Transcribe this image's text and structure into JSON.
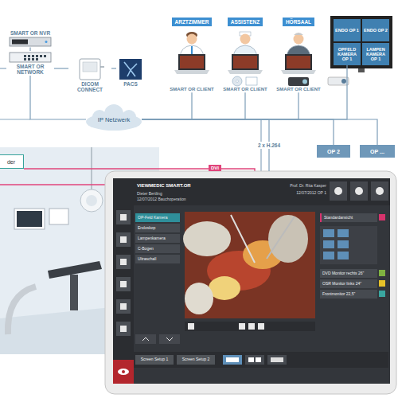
{
  "diagram": {
    "nodes": [
      {
        "text": [
          "SMART OR NVR"
        ]
      },
      {
        "text": [
          "SMART OR NETWORK"
        ]
      },
      {
        "text": [
          "DICOM CONNECT"
        ]
      },
      {
        "text": [
          "PACS"
        ]
      },
      {
        "text": [
          "ARZTZIMMER",
          "SMART OR CLIENT"
        ]
      },
      {
        "text": [
          "ASSISTENZ",
          "SMART OR CLIENT"
        ]
      },
      {
        "text": [
          "HÖRSAAL",
          "SMART OR CLIENT"
        ]
      },
      {
        "text": [
          "ENDO OP 1"
        ]
      },
      {
        "text": [
          "ENDO OP 2"
        ]
      },
      {
        "text": [
          "OPFELD KAMERA OP 1"
        ]
      },
      {
        "text": [
          "LAMPEN KAMERA OP 1"
        ]
      },
      {
        "text": [
          "IP Netzwerk"
        ]
      },
      {
        "text": [
          "der"
        ]
      },
      {
        "text": [
          "OP 2"
        ]
      },
      {
        "text": [
          "OP ..."
        ]
      },
      {
        "text": [
          "VIEWMEDIC SMART.OR",
          "Dieter Bertling",
          "12/07/2012 Bauchoperation",
          "Prof. Dr. Rita Kasper",
          "12/07/2012 OP 1"
        ]
      },
      {
        "text": [
          "OP-Feld Kamera"
        ],
        "in": 15
      },
      {
        "text": [
          "Endoskop"
        ],
        "in": 15
      },
      {
        "text": [
          "Lampenkamera"
        ],
        "in": 15
      },
      {
        "text": [
          "C-Bogen"
        ],
        "in": 15
      },
      {
        "text": [
          "Ultraschall"
        ],
        "in": 15
      },
      {
        "text": [
          "Standardansicht"
        ],
        "in": 15
      },
      {
        "text": [
          "DVD Monitor rechts 26\""
        ],
        "in": 15
      },
      {
        "text": [
          "OSR Monitor links 24\""
        ],
        "in": 15
      },
      {
        "text": [
          "Frontmonitor 22,5\""
        ],
        "in": 15
      },
      {
        "text": [
          "Screen Setup 1"
        ],
        "in": 15
      },
      {
        "text": [
          "Screen Setup 2"
        ],
        "in": 15
      }
    ],
    "edges": [
      {
        "from": 0,
        "to": 1,
        "arrow": "none"
      },
      {
        "from": 1,
        "to": 2,
        "arrow": "none"
      },
      {
        "from": 2,
        "to": 3,
        "arrow": "none"
      },
      {
        "from": 1,
        "to": 11,
        "arrow": "none"
      },
      {
        "from": 11,
        "to": 4,
        "arrow": "none"
      },
      {
        "from": 11,
        "to": 5,
        "arrow": "none"
      },
      {
        "from": 11,
        "to": 6,
        "arrow": "none"
      },
      {
        "from": 11,
        "to": 9,
        "arrow": "none"
      },
      {
        "from": 11,
        "to": 13,
        "arrow": "none"
      },
      {
        "from": 11,
        "to": 14,
        "arrow": "none"
      },
      {
        "from": 11,
        "to": 15,
        "label": "2 x H.264",
        "arrow": "none"
      }
    ],
    "labels": [
      "DVI"
    ]
  }
}
